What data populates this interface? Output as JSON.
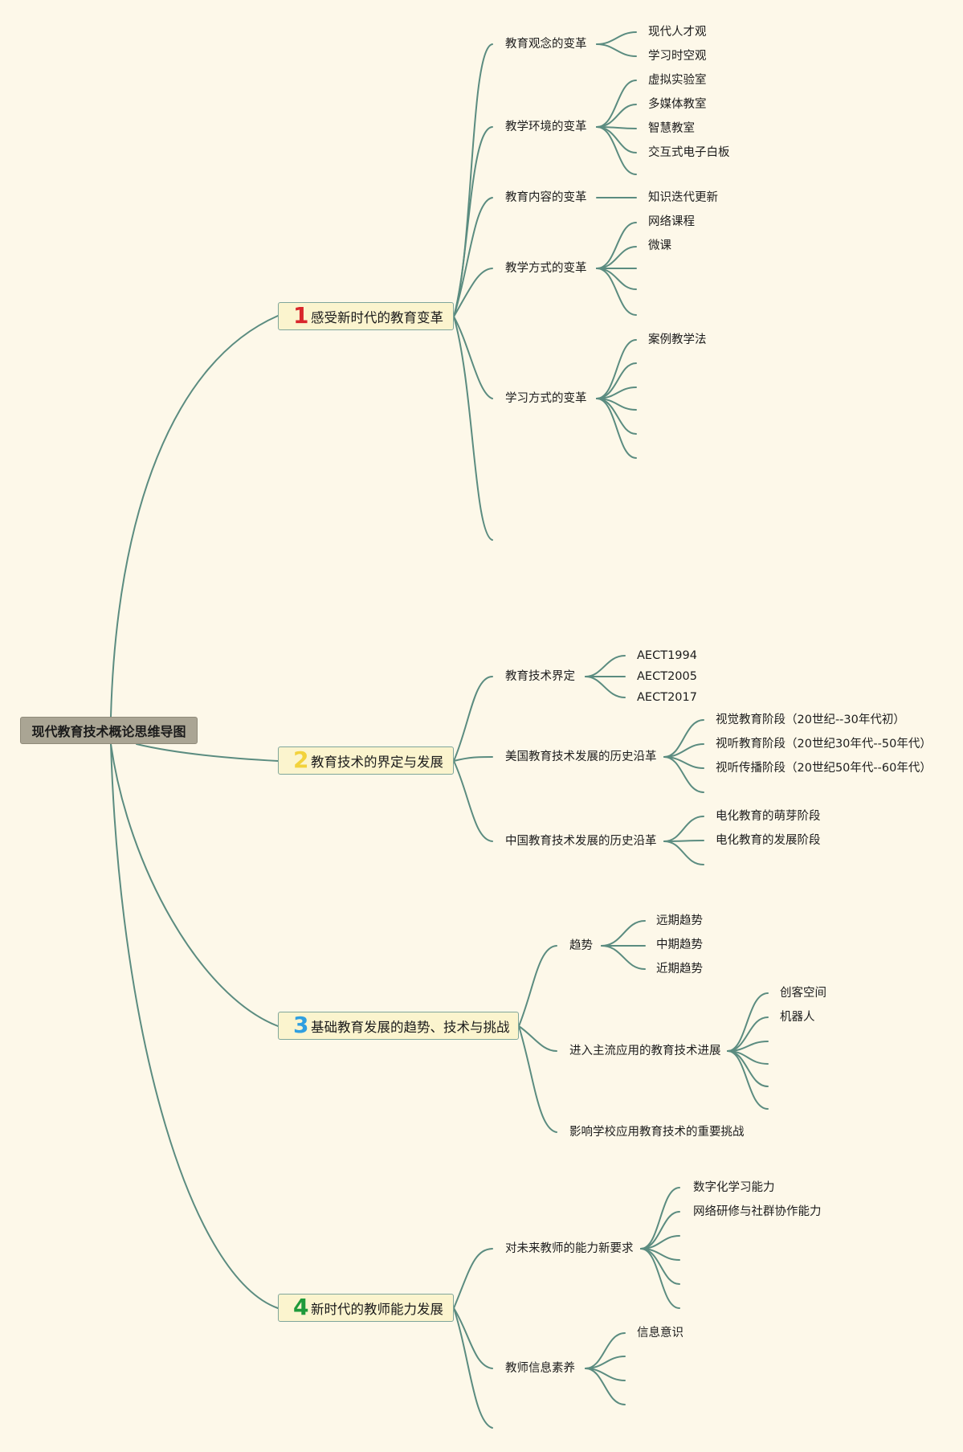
{
  "root": {
    "title": "现代教育技术概论思维导图"
  },
  "branches": [
    {
      "number": "1",
      "number_color": "#d9262b",
      "label": "感受新时代的教育变革",
      "topics": [
        {
          "label": "教育观念的变革",
          "children": [
            "现代人才观",
            "学习时空观"
          ]
        },
        {
          "label": "教学环境的变革",
          "children": [
            "虚拟实验室",
            "多媒体教室",
            "智慧教室",
            "交互式电子白板"
          ]
        },
        {
          "label": "教育内容的变革",
          "children": [
            "知识迭代更新"
          ]
        },
        {
          "label": "教学方式的变革",
          "children": [
            "网络课程",
            "微课"
          ]
        },
        {
          "label": "学习方式的变革",
          "children": [
            "案例教学法"
          ]
        }
      ]
    },
    {
      "number": "2",
      "number_color": "#f2d23c",
      "label": "教育技术的界定与发展",
      "topics": [
        {
          "label": "教育技术界定",
          "children": [
            "AECT1994",
            "AECT2005",
            "AECT2017"
          ]
        },
        {
          "label": "美国教育技术发展的历史沿革",
          "children": [
            "视觉教育阶段（20世纪--30年代初）",
            "视听教育阶段（20世纪30年代--50年代）",
            "视听传播阶段（20世纪50年代--60年代）"
          ]
        },
        {
          "label": "中国教育技术发展的历史沿革",
          "children": [
            "电化教育的萌芽阶段",
            "电化教育的发展阶段"
          ]
        }
      ]
    },
    {
      "number": "3",
      "number_color": "#2f9fe0",
      "label": "基础教育发展的趋势、技术与挑战",
      "topics": [
        {
          "label": "趋势",
          "children": [
            "远期趋势",
            "中期趋势",
            "近期趋势"
          ]
        },
        {
          "label": "进入主流应用的教育技术进展",
          "children": [
            "创客空间",
            "机器人"
          ]
        },
        {
          "label": "影响学校应用教育技术的重要挑战",
          "children": []
        }
      ]
    },
    {
      "number": "4",
      "number_color": "#1f9a3a",
      "label": "新时代的教师能力发展",
      "topics": [
        {
          "label": "对未来教师的能力新要求",
          "children": [
            "数字化学习能力",
            "网络研修与社群协作能力"
          ]
        },
        {
          "label": "教师信息素养",
          "children": [
            "信息意识"
          ]
        }
      ]
    }
  ],
  "colors": {
    "background": "#fdf8e9",
    "connector": "#5b8c80",
    "root_fill": "#aaa594",
    "branch_fill": "#fbf4ce"
  }
}
